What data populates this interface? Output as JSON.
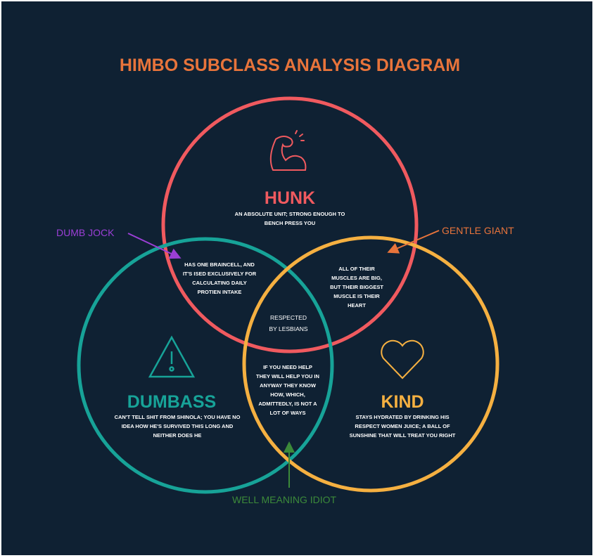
{
  "title": "HIMBO SUBCLASS ANALYSIS DIAGRAM",
  "colors": {
    "background": "#0f2133",
    "title": "#e8743b",
    "hunk": "#f05a5f",
    "dumbass": "#17a398",
    "kind": "#f5b041",
    "dumb_jock": "#9b3fd6",
    "gentle_giant": "#e8743b",
    "well_meaning": "#3c8a3a"
  },
  "sets": {
    "hunk": {
      "label": "HUNK",
      "description": "AN ABSOLUTE UNIT; STRONG ENOUGH TO BENCH PRESS YOU",
      "icon": "flexed-bicep-icon"
    },
    "dumbass": {
      "label": "DUMBASS",
      "description": "CAN'T TELL SHIT FROM SHINOLA; YOU HAVE NO IDEA HOW HE'S SURVIVED THIS LONG AND NEITHER DOES HE",
      "icon": "warning-icon"
    },
    "kind": {
      "label": "KIND",
      "description": "STAYS HYDRATED BY DRINKING HIS RESPECT WOMEN JUICE; A BALL OF SUNSHINE THAT WILL TREAT YOU RIGHT",
      "icon": "heart-icon"
    }
  },
  "intersections": {
    "hunk_dumbass": {
      "label": "DUMB JOCK",
      "description": "HAS ONE BRAINCELL, AND IT'S ISED EXCLUSIVELY FOR CALCULATING DAILY PROTIEN INTAKE"
    },
    "hunk_kind": {
      "label": "GENTLE GIANT",
      "description": "ALL OF THEIR MUSCLES ARE BIG, BUT THEIR BIGGEST MUSCLE IS THEIR HEART"
    },
    "dumbass_kind": {
      "label": "WELL MEANING IDIOT",
      "description": "IF YOU NEED HELP THEY WILL HELP YOU IN ANYWAY THEY KNOW HOW, WHICH, ADMITTEDLY, IS NOT A LOT OF WAYS"
    },
    "all": {
      "description": "RESPECTED BY LESBIANS"
    }
  }
}
